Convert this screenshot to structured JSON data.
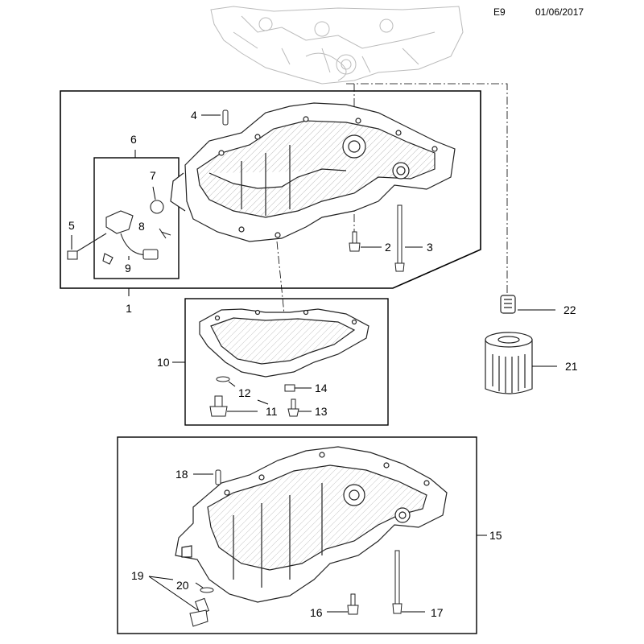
{
  "header": {
    "section_code": "E9",
    "date": "01/06/2017"
  },
  "callouts": [
    "1",
    "2",
    "3",
    "4",
    "5",
    "6",
    "7",
    "8",
    "9",
    "10",
    "11",
    "12",
    "13",
    "14",
    "15",
    "16",
    "17",
    "18",
    "19",
    "20",
    "21",
    "22"
  ]
}
